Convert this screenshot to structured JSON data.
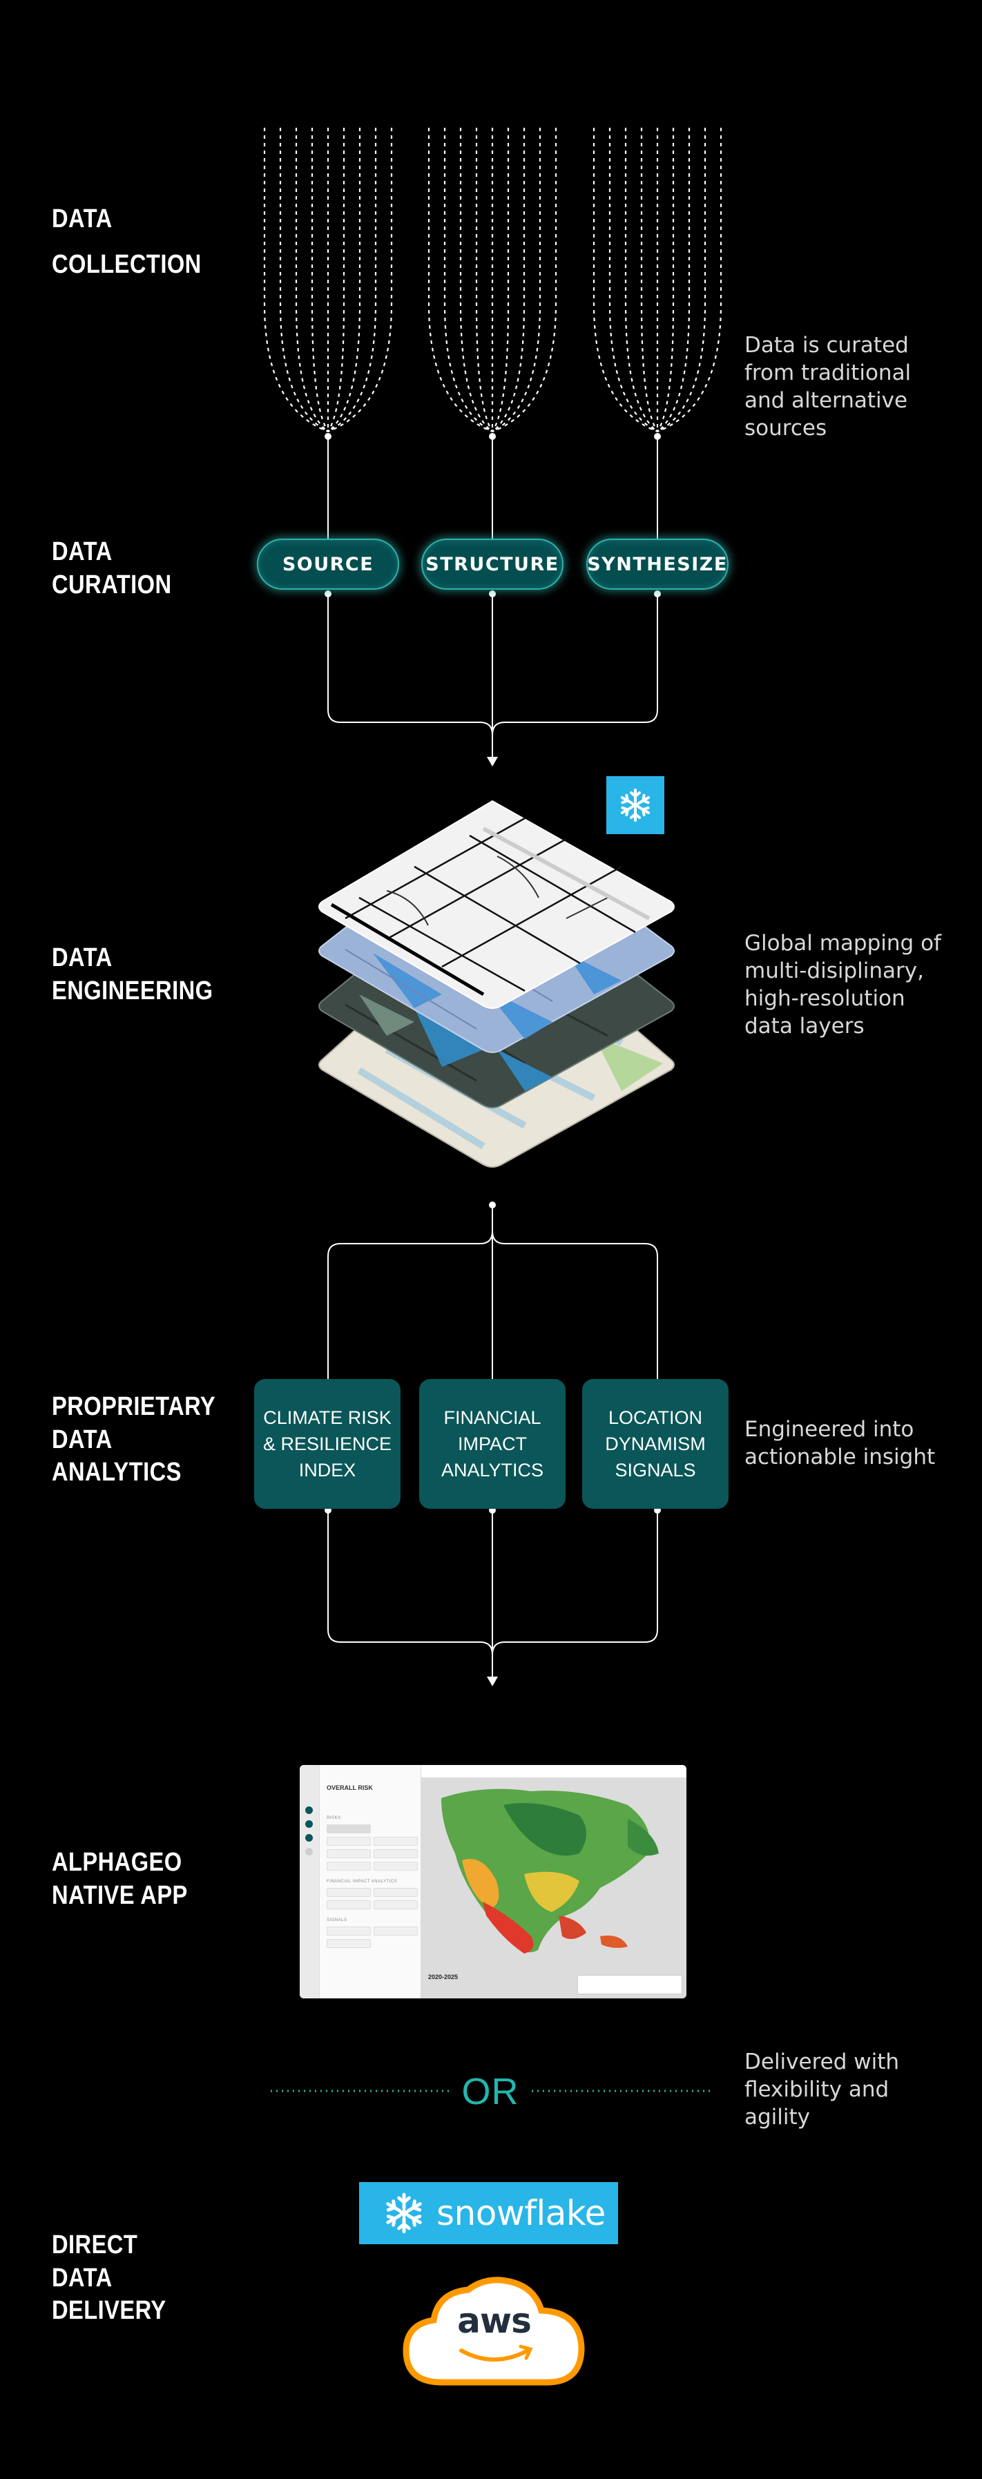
{
  "stages": {
    "collection": "DATA\nCOLLECTION",
    "curation": "DATA\nCURATION",
    "engineering": "DATA\nENGINEERING",
    "analytics": "PROPRIETARY\nDATA\nANALYTICS",
    "app": "ALPHAGEO\nNATIVE APP",
    "delivery": "DIRECT\nDATA\nDELIVERY"
  },
  "descriptions": {
    "collection": "Data is curated\nfrom traditional\nand alternative\nsources",
    "engineering": "Global mapping of\nmulti-disiplinary,\nhigh-resolution\ndata layers",
    "analytics": "Engineered into\nactionable insight",
    "delivery": "Delivered with\nflexibility and\nagility"
  },
  "curation_steps": [
    "SOURCE",
    "STRUCTURE",
    "SYNTHESIZE"
  ],
  "analytics_boxes": [
    "CLIMATE RISK\n& RESILIENCE\nINDEX",
    "FINANCIAL\nIMPACT\nANALYTICS",
    "LOCATION\nDYNAMISM\nSIGNALS"
  ],
  "separator": "OR",
  "app_preview": {
    "title": "OVERALL RISK",
    "section_risks": "RISKS",
    "section_financial": "FINANCIAL IMPACT ANALYTICS",
    "section_signals": "SIGNALS",
    "year": "2020-2025"
  },
  "logos": {
    "snowflake_word": "snowflake",
    "aws_word": "aws"
  },
  "colors": {
    "background": "#000000",
    "teal": "#0a5658",
    "teal_glow": "#2fb0aa",
    "or_accent": "#22b7ad",
    "snowflake_blue": "#29b5e8",
    "aws_orange": "#ff9900"
  }
}
